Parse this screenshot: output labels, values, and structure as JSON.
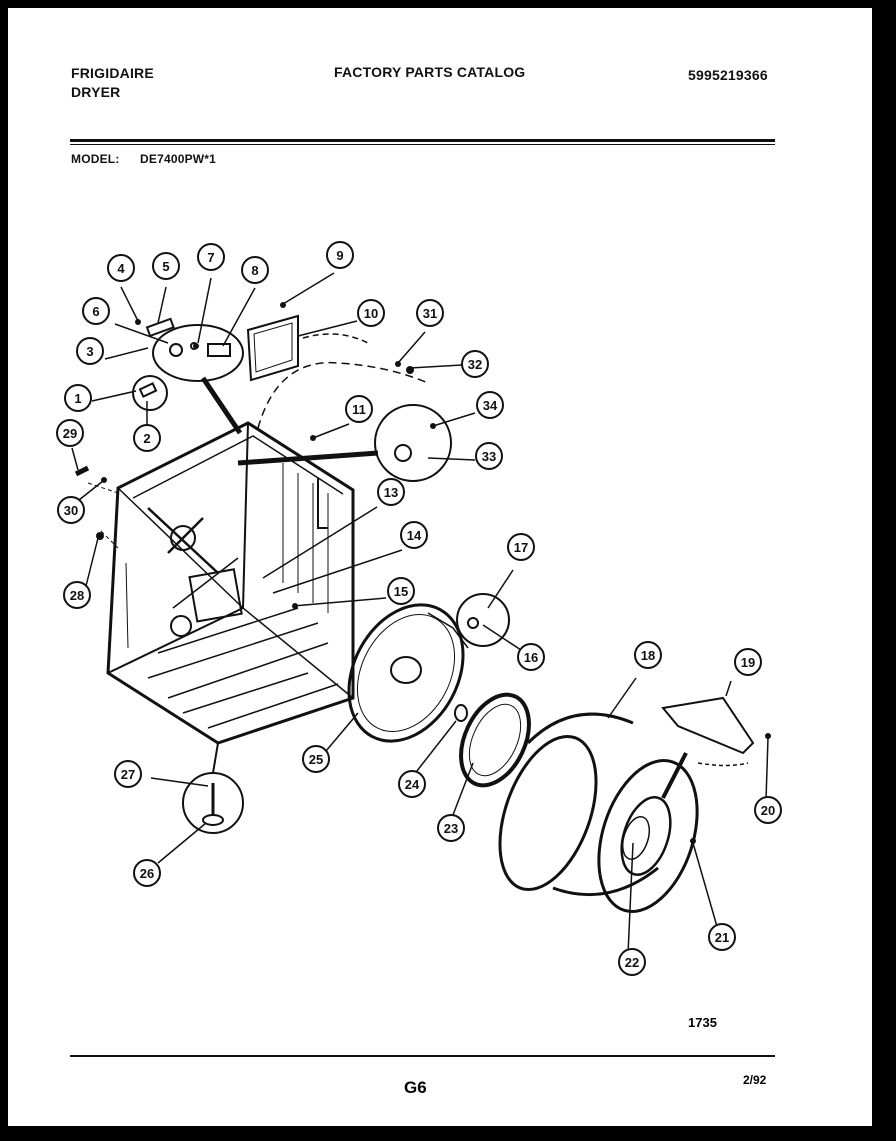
{
  "header": {
    "brand": "FRIGIDAIRE",
    "product": "DRYER",
    "catalog_title": "FACTORY PARTS CATALOG",
    "catalog_number": "5995219366",
    "model_label": "MODEL:",
    "model_value": "DE7400PW*1"
  },
  "callouts": [
    "1",
    "2",
    "3",
    "4",
    "5",
    "6",
    "7",
    "8",
    "9",
    "10",
    "11",
    "13",
    "14",
    "15",
    "16",
    "17",
    "18",
    "19",
    "20",
    "21",
    "22",
    "23",
    "24",
    "25",
    "26",
    "27",
    "28",
    "29",
    "30",
    "31",
    "32",
    "33",
    "34"
  ],
  "footer": {
    "diagram_code": "1735",
    "page": "G6",
    "date": "2/92"
  }
}
